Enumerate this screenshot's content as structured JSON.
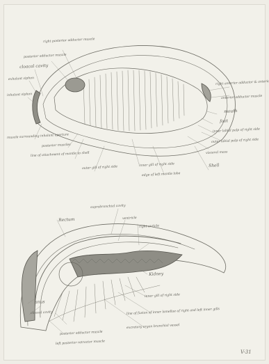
{
  "drawing_1": {
    "labels": {
      "right_posterior_adductor_muscle": "right posterior adductor muscle",
      "posterior_adductor_muscle": "posterior adductor muscle",
      "cloacal_cavity": "cloacal cavity",
      "exhalant_siphon": "exhalant siphon",
      "inhalant_siphon": "inhalant siphon",
      "muscle_surrounding_inhalant_aperture": "muscle surrounding inhalant aperture",
      "posterior_muscles": "posterior muscles",
      "line_attachment": "line of attachment of mantle to shell",
      "right_anterior_adductor": "right anterior adductor & anterior retractor muscle",
      "anterior_adductor_muscle": "anterior adductor muscle",
      "mouth": "mouth",
      "foot": "foot",
      "inner_labial_palp": "inner labial palp of right side",
      "outer_labial_palp": "outer labial palp of right side",
      "visceral_mass": "visceral mass",
      "outer_gill": "outer gill of right side",
      "inner_gill": "inner gill of right side",
      "mantle_lobe": "edge of left mantle lobe",
      "shell": "Shell"
    }
  },
  "drawing_2": {
    "labels": {
      "suprabranchial_cavity": "suprabranchial cavity",
      "rectum": "Rectum",
      "ventricle": "ventricle",
      "right_auricle": "right auricle",
      "kidney": "Kidney",
      "inner_gill": "inner gill of right side",
      "line_of_fusion": "line of fusion of inner lamellae of right and left inner gills",
      "excretory_organ": "excretory organ branchial vessel",
      "anus": "anus",
      "cloacal_cavity": "cloacal cavity",
      "posterior_adductor": "posterior adductor muscle",
      "left_posterior_retractor": "left posterior retractor muscle"
    }
  },
  "folio": "V-31"
}
